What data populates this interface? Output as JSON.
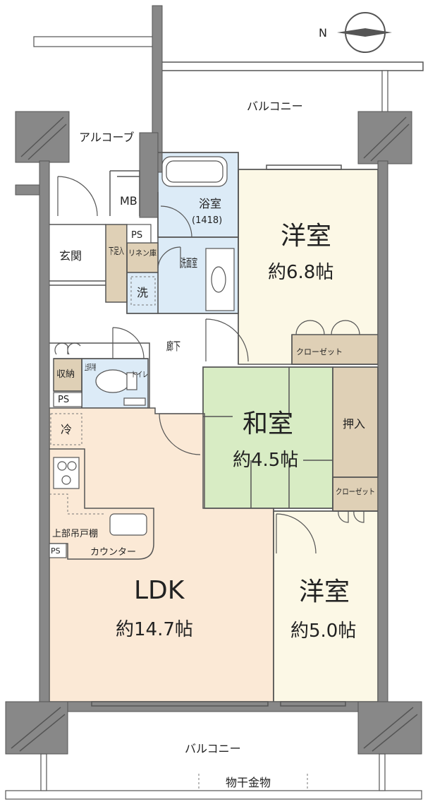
{
  "colors": {
    "western": "#fcf8e6",
    "japanese": "#d8ecc4",
    "ldk": "#fbe9d6",
    "wet": "#dcebf7",
    "storage": "#dfd0b6",
    "wall": "#888888",
    "line": "#555555"
  },
  "compass": {
    "north_label": "N"
  },
  "balcony_top": "バルコニー",
  "alcove": "アルコーブ",
  "mb": "MB",
  "bath": {
    "name": "浴室",
    "size": "(1418)"
  },
  "ps": [
    "PS",
    "PS",
    "PS"
  ],
  "entrance": "玄関",
  "shoe_box": "下足入",
  "linen": "リネン庫",
  "washroom": "洗面室",
  "washer": "洗",
  "western1": {
    "name": "洋室",
    "area": "約6.8帖"
  },
  "closet1": "クローゼット",
  "hallway": "廊下",
  "storage": "収納",
  "upper_cabinet_toilet": "上部吊戸棚",
  "toilet": "トイレ",
  "japanese": {
    "name": "和室",
    "area": "約4.5帖"
  },
  "oshiire": "押入",
  "closet2": "クローゼット",
  "fridge": "冷",
  "upper_cabinet_kitchen": "上部吊戸棚",
  "counter": "カウンター",
  "ldk": {
    "name": "LDK",
    "area": "約14.7帖"
  },
  "western2": {
    "name": "洋室",
    "area": "約5.0帖"
  },
  "balcony_bottom": "バルコニー",
  "drying": "物干金物"
}
